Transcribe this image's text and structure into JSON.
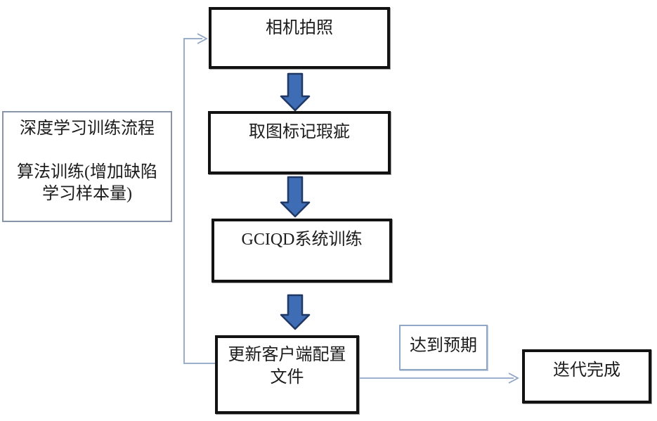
{
  "diagram": {
    "type": "flowchart",
    "nodes": {
      "camera": {
        "label": "相机拍照"
      },
      "mark_defects": {
        "label": "取图标记瑕疵"
      },
      "gciqd_training": {
        "label": "GCIQD系统训练"
      },
      "update_config": {
        "lines": [
          "更新客户端配置",
          "文件"
        ]
      },
      "iteration_done": {
        "label": "迭代完成"
      }
    },
    "edge_label": {
      "label": "达到预期"
    },
    "side_note": {
      "lines": [
        "深度学习训练流程",
        "",
        "算法训练(增加缺陷",
        "学习样本量)"
      ]
    },
    "colors": {
      "flow_arrow_fill": "#3E6DB5",
      "flow_arrow_stroke": "#1F3864",
      "connector_line": "#8FA5C8",
      "main_box_border": "#121212",
      "note_box_border": "#8895A8",
      "label_box_border": "#8FA8C8"
    }
  }
}
